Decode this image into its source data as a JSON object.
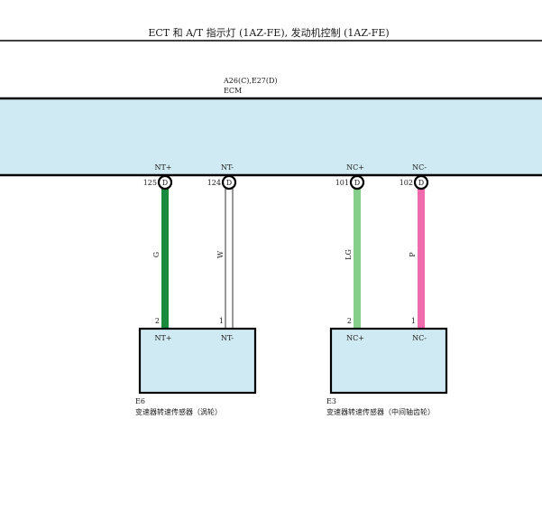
{
  "header": {
    "title": "ECT 和 A/T 指示灯 (1AZ-FE), 发动机控制 (1AZ-FE)"
  },
  "ecm": {
    "connectors": "A26(C),E27(D)",
    "name": "ECM",
    "color": "#cfeaf2"
  },
  "terminals": [
    {
      "signal": "NT+",
      "pin": "125",
      "connector": "D"
    },
    {
      "signal": "NT-",
      "pin": "124",
      "connector": "D"
    },
    {
      "signal": "NC+",
      "pin": "101",
      "connector": "D"
    },
    {
      "signal": "NC-",
      "pin": "102",
      "connector": "D"
    }
  ],
  "wires": [
    {
      "code": "G",
      "color": "#1a8a3c"
    },
    {
      "code": "W",
      "color": "#ffffff"
    },
    {
      "code": "LG",
      "color": "#86cf8a"
    },
    {
      "code": "P",
      "color": "#f06aae"
    }
  ],
  "sensors": [
    {
      "id": "E6",
      "name": "变速器转速传感器（涡轮）",
      "pins": [
        {
          "pin": "2",
          "signal": "NT+"
        },
        {
          "pin": "1",
          "signal": "NT-"
        }
      ]
    },
    {
      "id": "E3",
      "name": "变速器转速传感器（中间轴齿轮）",
      "pins": [
        {
          "pin": "2",
          "signal": "NC+"
        },
        {
          "pin": "1",
          "signal": "NC-"
        }
      ]
    }
  ]
}
